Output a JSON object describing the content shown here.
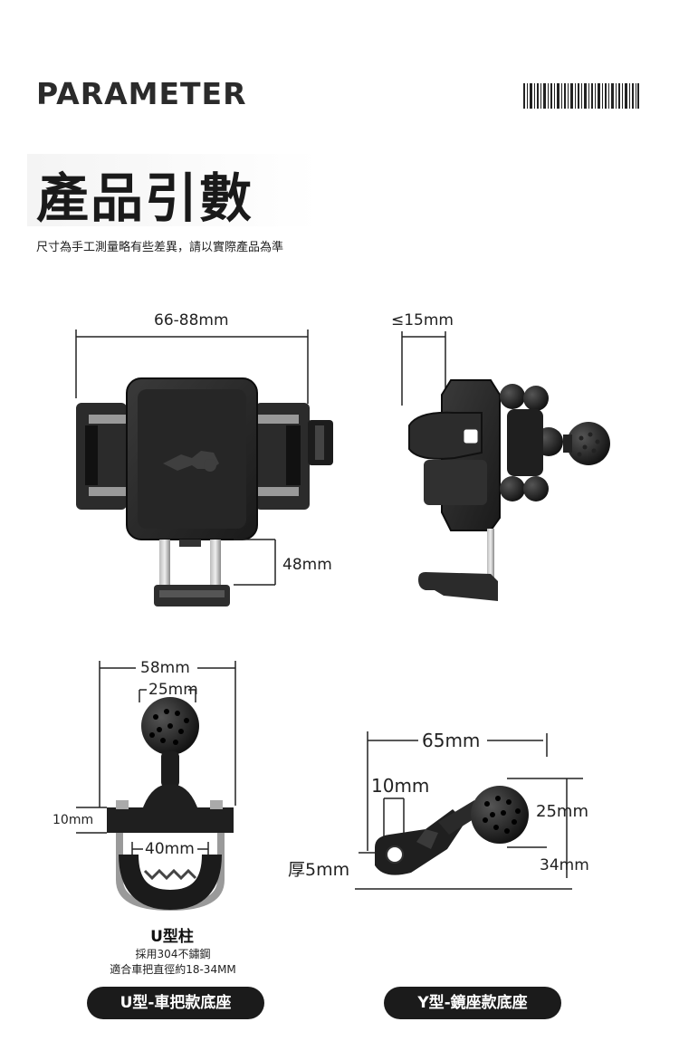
{
  "header": {
    "title_en": "PARAMETER",
    "title_zh": "產品引數",
    "subtitle": "尺寸為手工測量略有些差異，請以實際產品為準"
  },
  "holder_front": {
    "width_label": "66-88mm",
    "height_label": "48mm"
  },
  "holder_side": {
    "depth_label": "≤15mm"
  },
  "u_mount": {
    "top_width": "58mm",
    "ball_width": "25mm",
    "side_height": "10mm",
    "clamp_width": "40mm",
    "name": "U型柱",
    "material": "採用304不鏽鋼",
    "fit": "適合車把直徑約18-34MM",
    "badge": "U型-車把款底座"
  },
  "y_mount": {
    "length": "65mm",
    "hole": "10mm",
    "ball_height": "25mm",
    "total_height": "34mm",
    "thickness": "厚5mm",
    "badge": "Y型-鏡座款底座"
  },
  "colors": {
    "ink": "#111111",
    "pill": "#1b1b1b",
    "metal_dark": "#2a2a2a",
    "metal_mid": "#555555"
  }
}
